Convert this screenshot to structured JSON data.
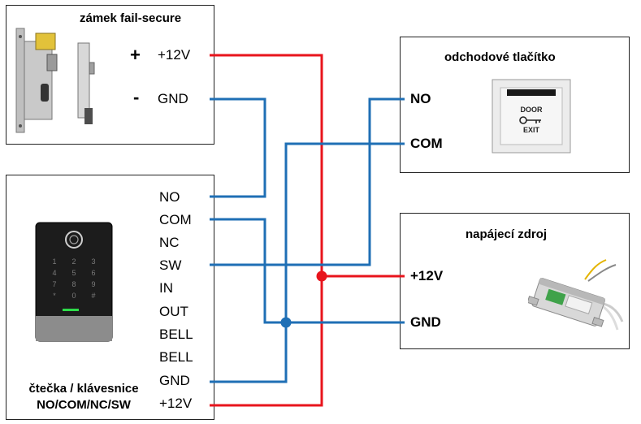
{
  "lock": {
    "title": "zámek fail-secure",
    "plus_sign": "+",
    "minus_sign": "-",
    "terminals": [
      "+12V",
      "GND"
    ]
  },
  "exit_button": {
    "title": "odchodové tlačítko",
    "terminals": [
      "NO",
      "COM"
    ],
    "plate_text_top": "DOOR",
    "plate_text_bottom": "EXIT"
  },
  "power_supply": {
    "title": "napájecí zdroj",
    "terminals": [
      "+12V",
      "GND"
    ]
  },
  "reader": {
    "caption_line1": "čtečka / klávesnice",
    "caption_line2": "NO/COM/NC/SW",
    "terminals": [
      "NO",
      "COM",
      "NC",
      "SW",
      "IN",
      "OUT",
      "BELL",
      "BELL",
      "GND",
      "+12V"
    ],
    "keys": [
      "1",
      "2",
      "3",
      "4",
      "5",
      "6",
      "7",
      "8",
      "9",
      "*",
      "0",
      "#"
    ]
  },
  "colors": {
    "positive_wire": "#e8141c",
    "ground_wire": "#1f6fb5",
    "junction_red": "#e8141c",
    "junction_blue": "#1f6fb5"
  }
}
